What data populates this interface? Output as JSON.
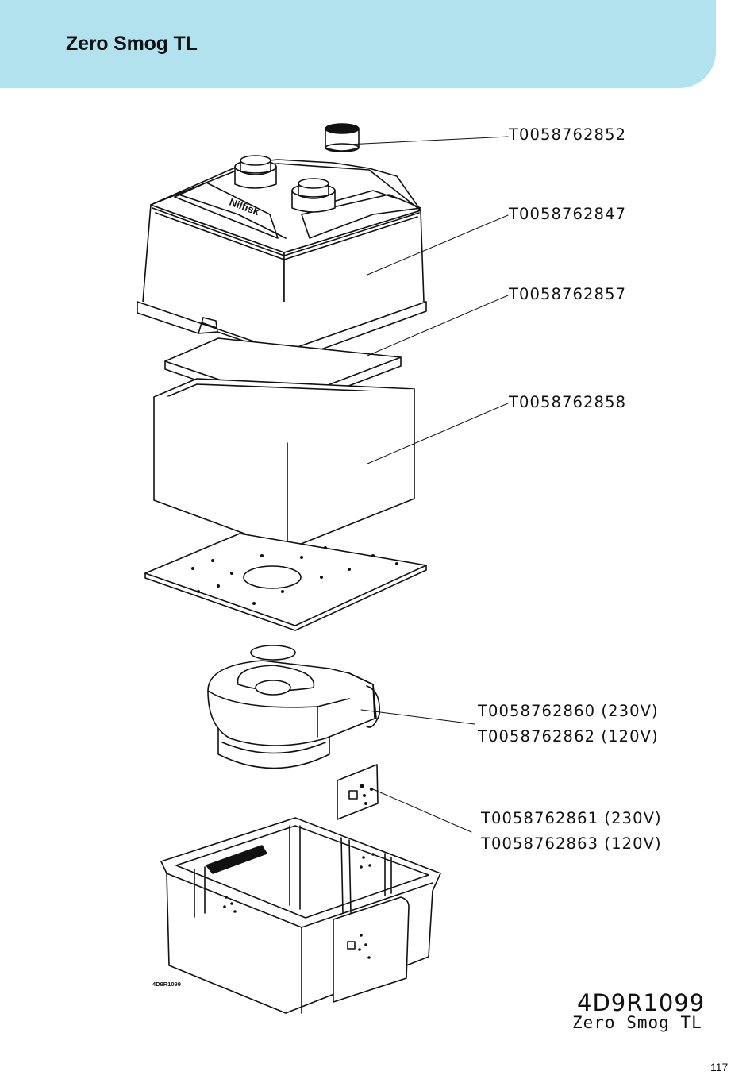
{
  "header": {
    "title": "Zero Smog TL"
  },
  "parts": [
    {
      "number": "T0058762852"
    },
    {
      "number": "T0058762847"
    },
    {
      "number": "T0058762857"
    },
    {
      "number": "T0058762858"
    },
    {
      "number": "T0058762860 (230V)"
    },
    {
      "number": "T0058762862 (120V)"
    },
    {
      "number": "T0058762861 (230V)"
    },
    {
      "number": "T0058762863 (120V)"
    }
  ],
  "drawing": {
    "code_small": "4D9R1099",
    "logo_text": "Nilfisk"
  },
  "title_block": {
    "code": "4D9R1099",
    "name": "Zero Smog TL"
  },
  "page_number": "117"
}
